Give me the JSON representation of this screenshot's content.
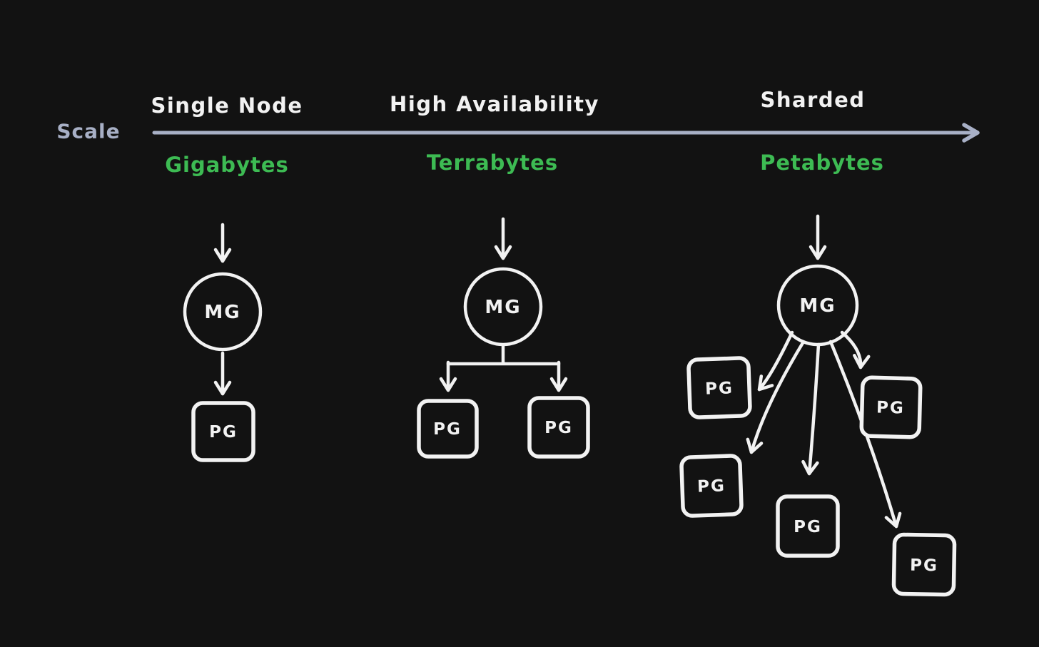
{
  "axis": {
    "label": "Scale"
  },
  "stages": [
    {
      "title": "Single Node",
      "capacity": "Gigabytes",
      "mongo_label": "MG",
      "pg_labels": [
        "PG"
      ]
    },
    {
      "title": "High Availability",
      "capacity": "Terrabytes",
      "mongo_label": "MG",
      "pg_labels": [
        "PG",
        "PG"
      ]
    },
    {
      "title": "Sharded",
      "capacity": "Petabytes",
      "mongo_label": "MG",
      "pg_labels": [
        "PG",
        "PG",
        "PG",
        "PG",
        "PG"
      ]
    }
  ],
  "colors": {
    "background": "#121212",
    "node_stroke": "#f2f2f2",
    "stage_title": "#f2f2f2",
    "capacity_green": "#3dbb53",
    "axis_gray": "#a8b0c6"
  }
}
